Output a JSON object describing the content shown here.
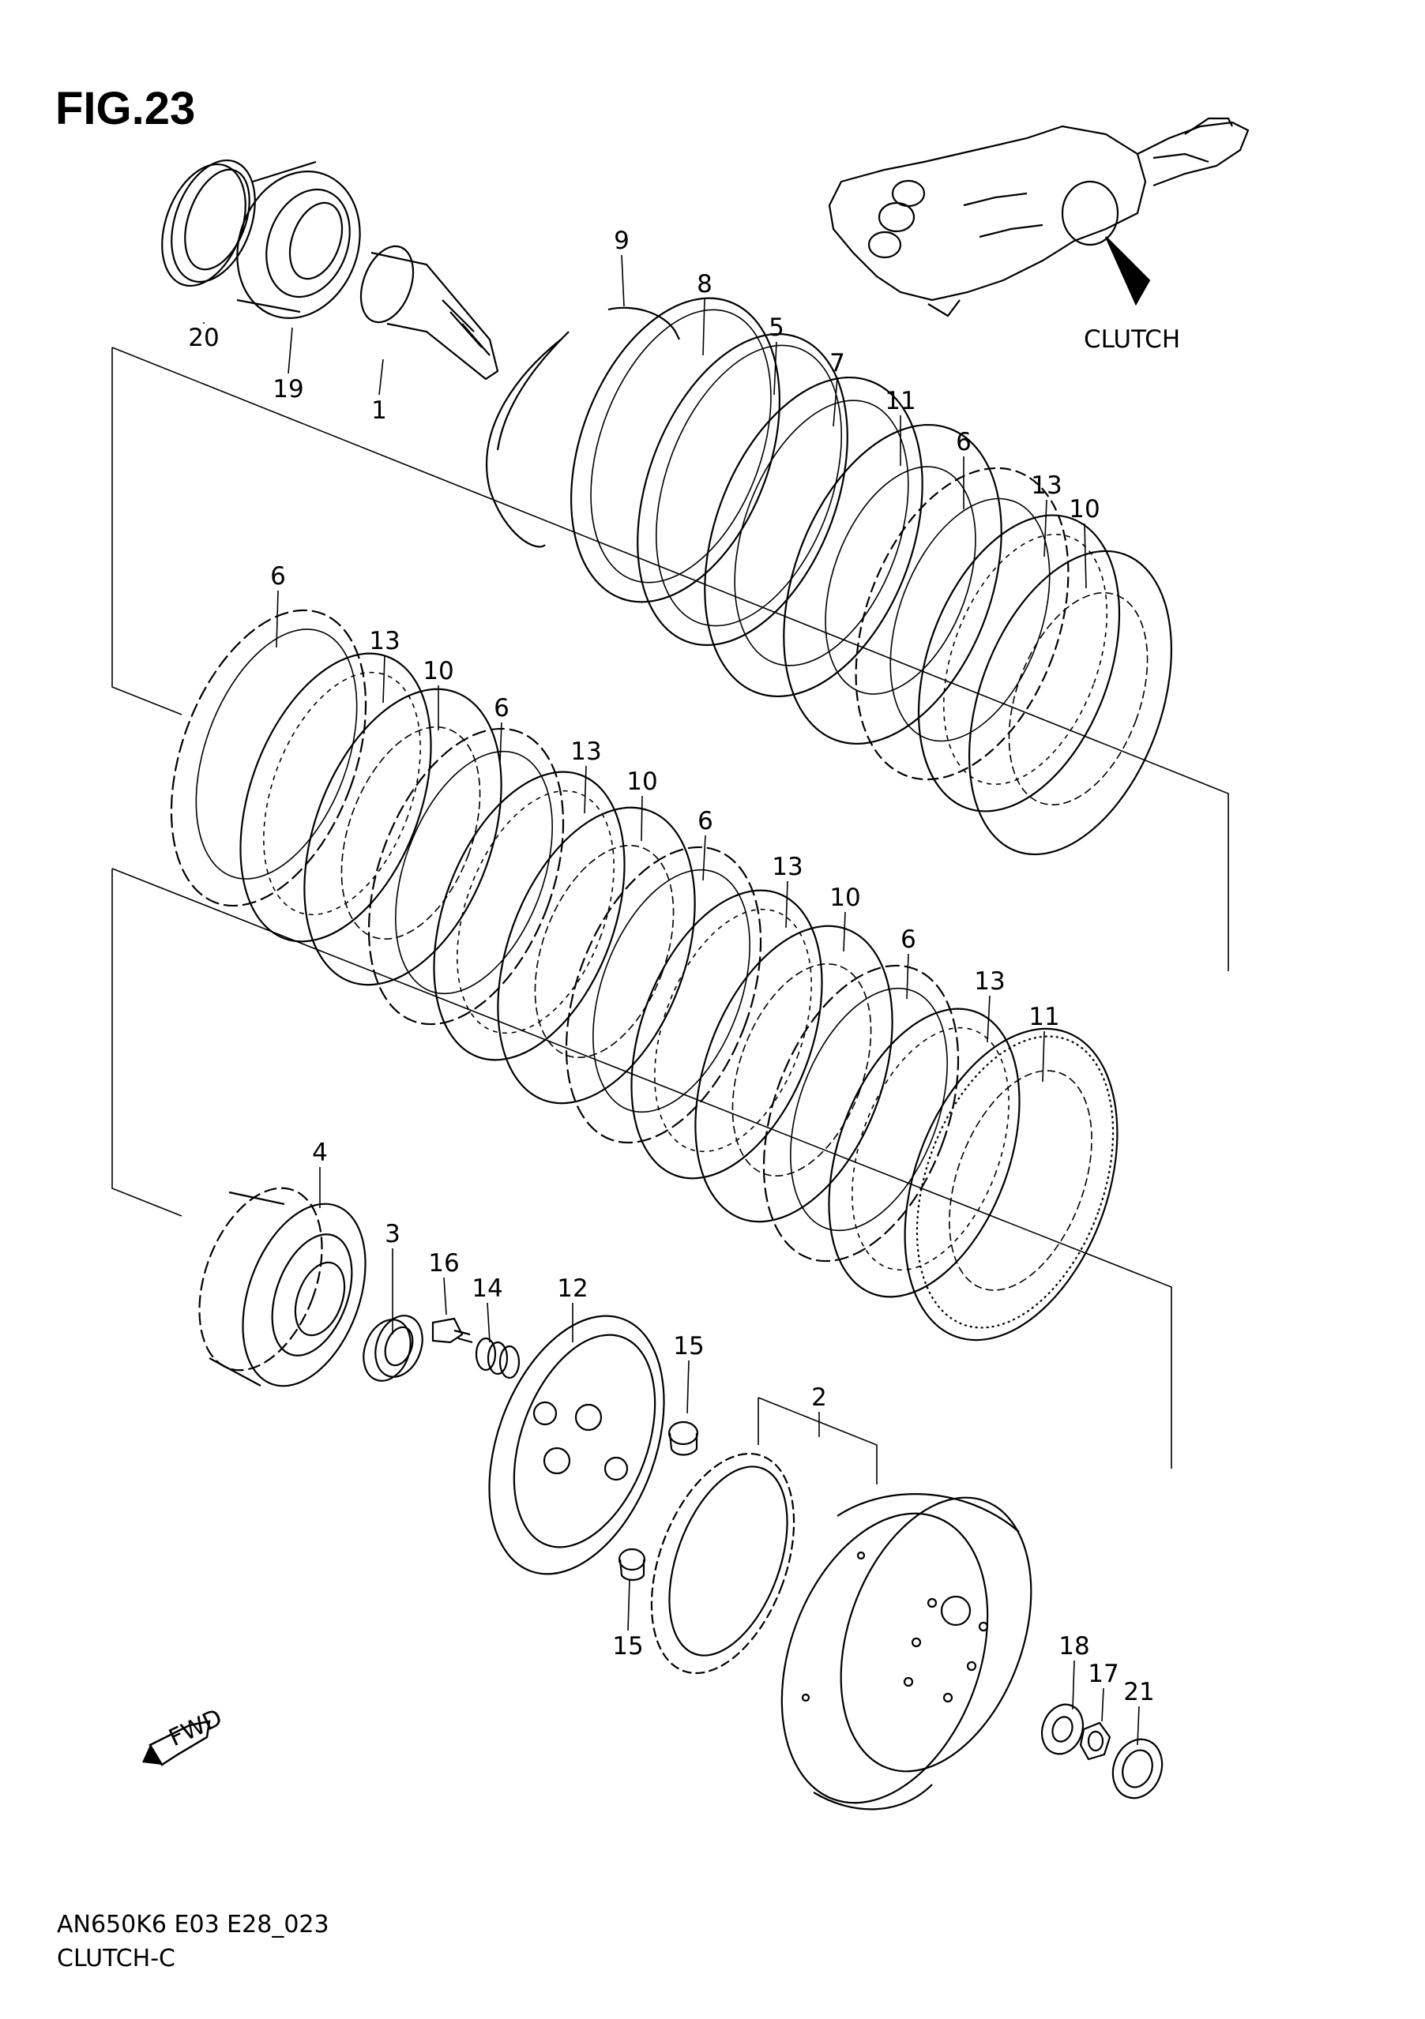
{
  "figure": {
    "title": "FIG.23",
    "model_code": "AN650K6 E03 E28_023",
    "section": "CLUTCH-C",
    "callout": "CLUTCH",
    "direction_badge": "FWD"
  },
  "part_labels": [
    {
      "key": "p20",
      "text": "20"
    },
    {
      "key": "p19",
      "text": "19"
    },
    {
      "key": "p1",
      "text": "1"
    },
    {
      "key": "p9",
      "text": "9"
    },
    {
      "key": "p8",
      "text": "8"
    },
    {
      "key": "p5",
      "text": "5"
    },
    {
      "key": "p7",
      "text": "7"
    },
    {
      "key": "p11a",
      "text": "11"
    },
    {
      "key": "p6a",
      "text": "6"
    },
    {
      "key": "p13a",
      "text": "13"
    },
    {
      "key": "p10a",
      "text": "10"
    },
    {
      "key": "p6b",
      "text": "6"
    },
    {
      "key": "p13b",
      "text": "13"
    },
    {
      "key": "p10b",
      "text": "10"
    },
    {
      "key": "p6c",
      "text": "6"
    },
    {
      "key": "p13c",
      "text": "13"
    },
    {
      "key": "p10c",
      "text": "10"
    },
    {
      "key": "p6d",
      "text": "6"
    },
    {
      "key": "p13d",
      "text": "13"
    },
    {
      "key": "p10d",
      "text": "10"
    },
    {
      "key": "p6e",
      "text": "6"
    },
    {
      "key": "p13e",
      "text": "13"
    },
    {
      "key": "p11b",
      "text": "11"
    },
    {
      "key": "p4",
      "text": "4"
    },
    {
      "key": "p3",
      "text": "3"
    },
    {
      "key": "p16",
      "text": "16"
    },
    {
      "key": "p14",
      "text": "14"
    },
    {
      "key": "p12",
      "text": "12"
    },
    {
      "key": "p15a",
      "text": "15"
    },
    {
      "key": "p2",
      "text": "2"
    },
    {
      "key": "p15b",
      "text": "15"
    },
    {
      "key": "p18",
      "text": "18"
    },
    {
      "key": "p17",
      "text": "17"
    },
    {
      "key": "p21",
      "text": "21"
    }
  ]
}
